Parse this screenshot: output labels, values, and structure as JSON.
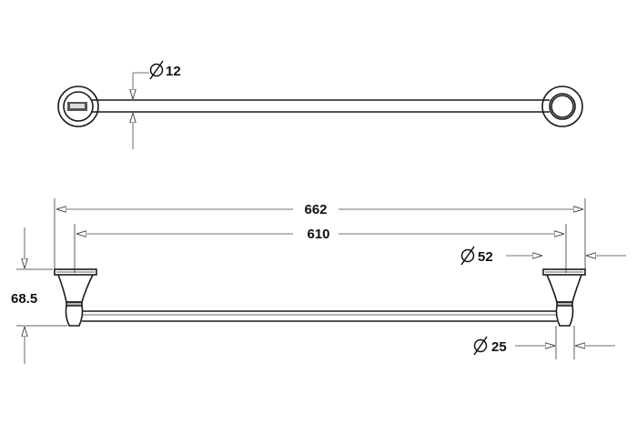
{
  "top_view": {
    "rod_diameter": {
      "symbol": "∅",
      "value": "12"
    }
  },
  "front_view": {
    "overall_length": "662",
    "center_length": "610",
    "projection": "68.5",
    "base_diameter": {
      "symbol": "∅",
      "value": "52"
    },
    "neck_diameter": {
      "symbol": "∅",
      "value": "25"
    }
  }
}
